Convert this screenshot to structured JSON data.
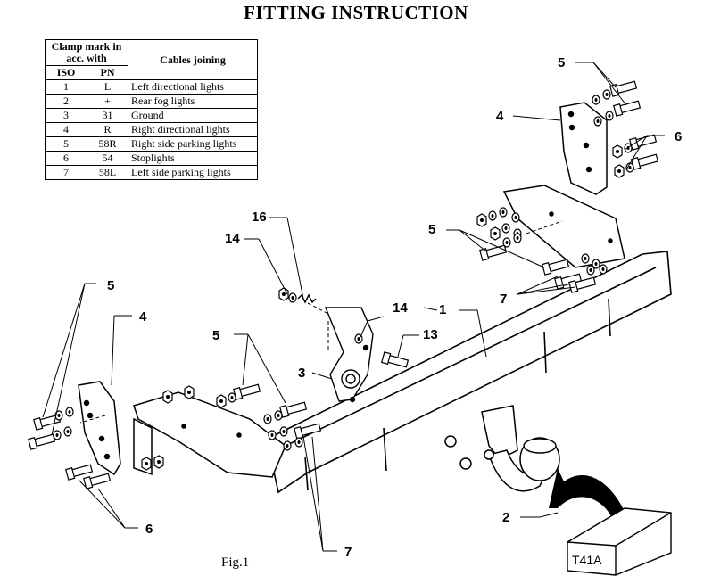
{
  "title": "FITTING INSTRUCTION",
  "table": {
    "header_clamp": "Clamp mark in acc. with",
    "header_iso": "ISO",
    "header_pn": "PN",
    "header_cables": "Cables joining",
    "rows": [
      {
        "iso": "1",
        "pn": "L",
        "desc": "Left directional lights"
      },
      {
        "iso": "2",
        "pn": "+",
        "desc": "Rear fog lights"
      },
      {
        "iso": "3",
        "pn": "31",
        "desc": "Ground"
      },
      {
        "iso": "4",
        "pn": "R",
        "desc": "Right directional lights"
      },
      {
        "iso": "5",
        "pn": "58R",
        "desc": "Right side parking lights"
      },
      {
        "iso": "6",
        "pn": "54",
        "desc": "Stoplights"
      },
      {
        "iso": "7",
        "pn": "58L",
        "desc": "Left side parking lights"
      }
    ]
  },
  "callouts": {
    "c1": "1",
    "c2": "2",
    "c3": "3",
    "c4a": "4",
    "c4b": "4",
    "c5a": "5",
    "c5b": "5",
    "c5c": "5",
    "c5d": "5",
    "c6a": "6",
    "c6b": "6",
    "c7a": "7",
    "c7b": "7",
    "c13": "13",
    "c14a": "14",
    "c14b": "14",
    "c16": "16"
  },
  "box_label": "T41A",
  "figure_caption": "Fig.1"
}
